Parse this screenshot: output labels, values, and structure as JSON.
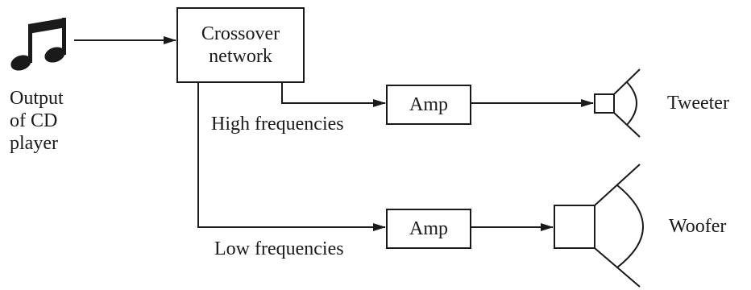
{
  "source": {
    "label_line1": "Output",
    "label_line2": "of CD",
    "label_line3": "player",
    "icon": "music-note-icon"
  },
  "crossover": {
    "label_line1": "Crossover",
    "label_line2": "network"
  },
  "high_path": {
    "label": "High frequencies",
    "amp_label": "Amp",
    "speaker_label": "Tweeter"
  },
  "low_path": {
    "label": "Low frequencies",
    "amp_label": "Amp",
    "speaker_label": "Woofer"
  },
  "colors": {
    "ink": "#1a1a1a",
    "background": "#ffffff"
  }
}
